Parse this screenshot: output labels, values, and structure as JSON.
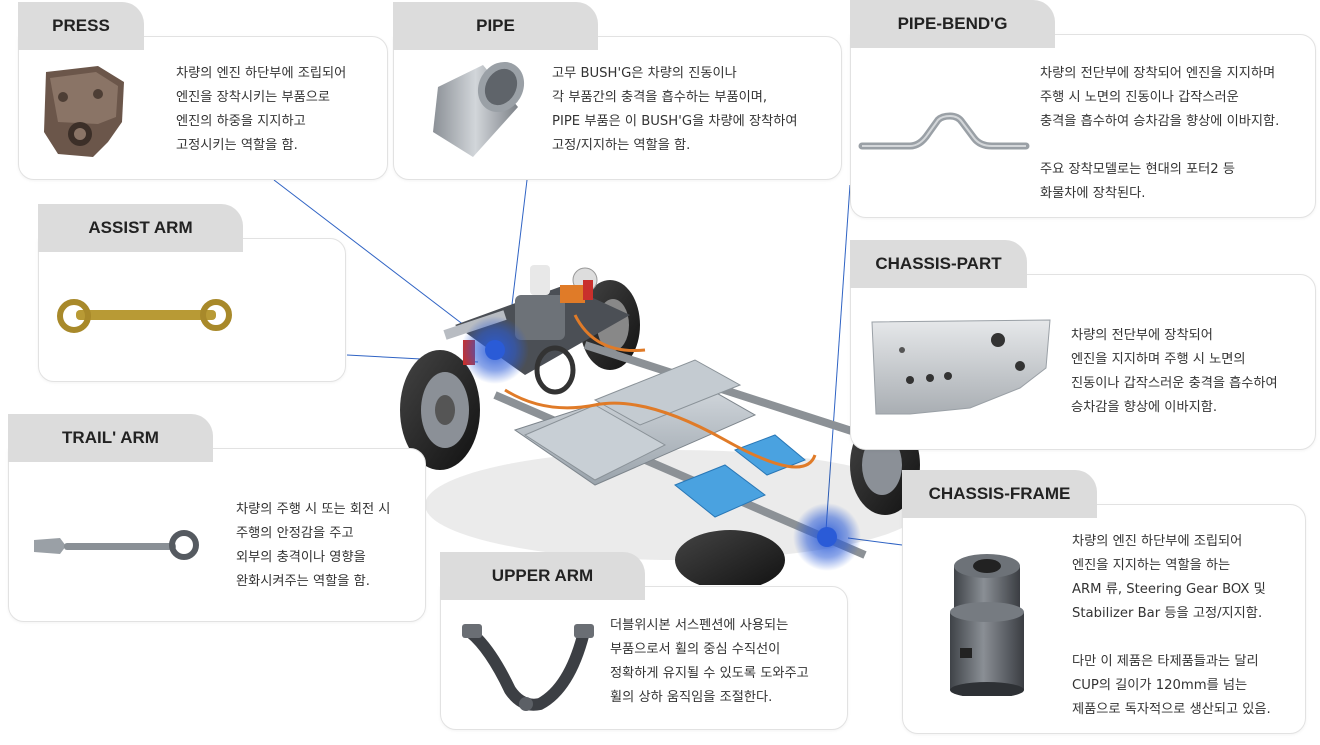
{
  "parts": [
    {
      "id": "press",
      "title": "PRESS",
      "desc": [
        "차량의 엔진 하단부에 조립되어",
        "엔진을 장착시키는 부품으로",
        "엔진의 하중을 지지하고",
        "고정시키는 역할을 함."
      ]
    },
    {
      "id": "pipe",
      "title": "PIPE",
      "desc": [
        "고무 BUSH'G은 차량의 진동이나",
        "각 부품간의 충격을 흡수하는 부품이며,",
        "PIPE 부품은 이 BUSH'G을 차량에 장착하여",
        "고정/지지하는 역할을 함."
      ]
    },
    {
      "id": "pipe-bend",
      "title": "PIPE-BEND'G",
      "desc": [
        "차량의 전단부에 장착되어 엔진을 지지하며",
        "주행 시 노면의 진동이나 갑작스러운",
        "충격을 흡수하여 승차감을 향상에 이바지함.",
        "",
        "주요 장착모델로는 현대의 포터2 등",
        "화물차에 장착된다."
      ]
    },
    {
      "id": "assist-arm",
      "title": "ASSIST ARM",
      "desc": []
    },
    {
      "id": "chassis-part",
      "title": "CHASSIS-PART",
      "desc": [
        "차량의 전단부에 장착되어",
        "엔진을 지지하며 주행 시 노면의",
        "진동이나 갑작스러운 충격을 흡수하여",
        "승차감을 향상에 이바지함."
      ]
    },
    {
      "id": "trail-arm",
      "title": "TRAIL' ARM",
      "desc": [
        "차량의 주행 시 또는 회전 시",
        "주행의 안정감을 주고",
        "외부의 충격이나 영향을",
        "완화시켜주는 역할을 함."
      ]
    },
    {
      "id": "upper-arm",
      "title": "UPPER ARM",
      "desc": [
        "더블위시본 서스펜션에 사용되는",
        "부품으로서 휠의 중심 수직선이",
        "정확하게 유지될 수 있도록 도와주고",
        "휠의 상하 움직임을 조절한다."
      ]
    },
    {
      "id": "chassis-frame",
      "title": "CHASSIS-FRAME",
      "desc": [
        "차량의 엔진 하단부에 조립되어",
        "엔진을 지지하는 역할을 하는",
        "ARM 류, Steering Gear BOX 및",
        "Stabilizer Bar 등을 고정/지지함.",
        "",
        "다만 이 제품은 타제품들과는 달리",
        "CUP의 길이가 120mm를 넘는",
        "제품으로 독자적으로 생산되고 있음."
      ]
    }
  ],
  "colors": {
    "accent": "#2a5bd7",
    "line": "#2f63c4",
    "tab": "#dcdcdc"
  }
}
